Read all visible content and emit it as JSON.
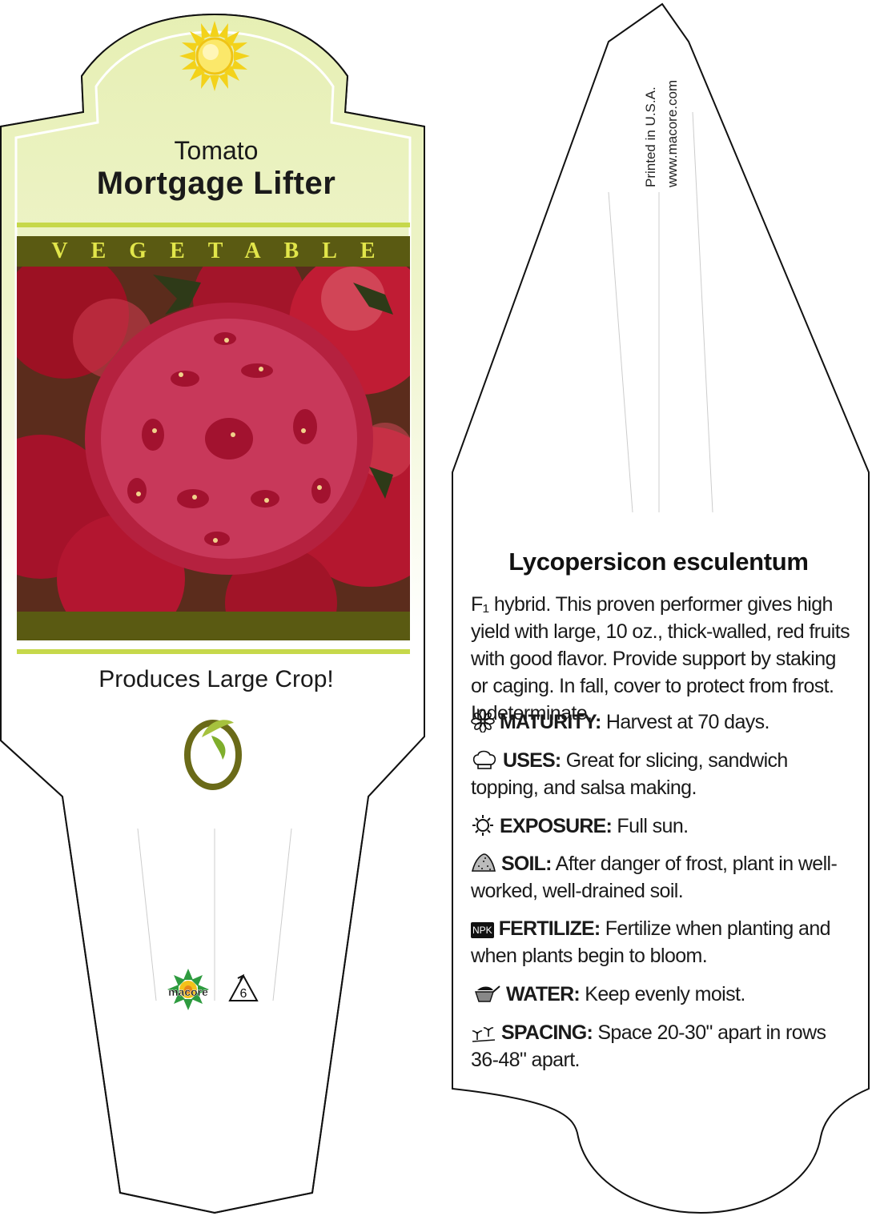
{
  "front": {
    "species": "Tomato",
    "variety": "Mortgage Lifter",
    "category": "VEGETABLE",
    "tagline": "Produces Large Crop!",
    "brand": "macore",
    "recycle_code": "6"
  },
  "back": {
    "printed": "Printed in U.S.A.",
    "website": "www.macore.com",
    "latin_name": "Lycopersicon esculentum",
    "description": "F₁ hybrid. This proven performer gives high yield with large, 10 oz., thick-walled, red fruits with good flavor. Provide support by staking or caging. In fall, cover to protect from frost. Indeterminate.",
    "info": [
      {
        "icon": "flower-icon",
        "label": "MATURITY:",
        "text": " Harvest at 70 days."
      },
      {
        "icon": "chef-hat-icon",
        "label": "USES:",
        "text": " Great for slicing, sandwich topping, and salsa making."
      },
      {
        "icon": "sun-icon",
        "label": "EXPOSURE:",
        "text": " Full sun."
      },
      {
        "icon": "soil-icon",
        "label": "SOIL:",
        "text": " After danger of frost, plant in well-worked, well-drained soil."
      },
      {
        "icon": "npk-icon",
        "icon_text": "NPK",
        "label": "FERTILIZE:",
        "text": " Fertilize when planting and when plants begin to bloom."
      },
      {
        "icon": "watering-can-icon",
        "label": "WATER:",
        "text": " Keep evenly moist."
      },
      {
        "icon": "seedlings-icon",
        "label": "SPACING:",
        "text": " Space 20-30\" apart in rows 36-48\" apart."
      }
    ]
  },
  "colors": {
    "band": "#5a5a12",
    "band_text": "#e2e64a",
    "rule": "#c6d84a",
    "gradient_top": "#d9e59a",
    "tomato": "#b3122b"
  }
}
